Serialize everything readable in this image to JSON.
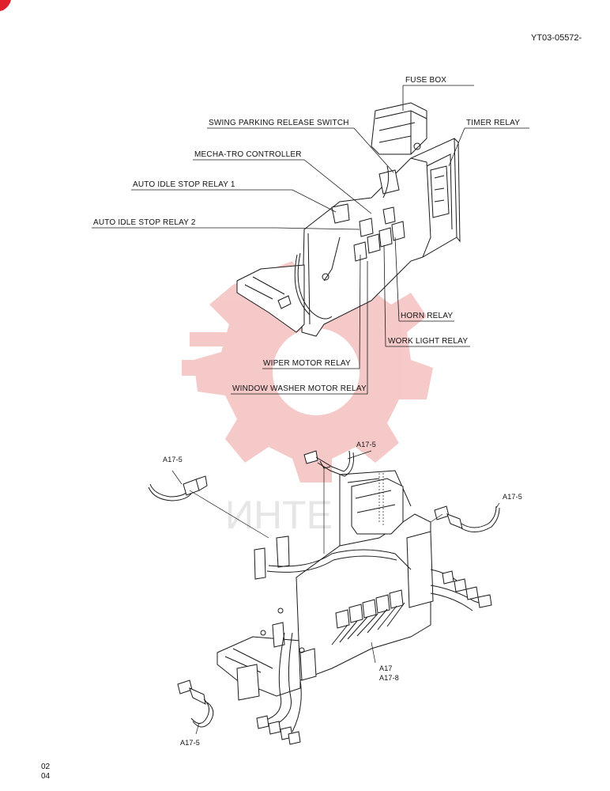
{
  "document": {
    "code": "YT03-05572-",
    "page_lines": [
      "02",
      "04"
    ],
    "watermark_text": "ИНТЕ"
  },
  "upper_diagram": {
    "labels": {
      "fuse_box": "FUSE BOX",
      "swing_parking_release_switch": "SWING PARKING RELEASE SWITCH",
      "timer_relay": "TIMER RELAY",
      "mecha_tro_controller": "MECHA-TRO CONTROLLER",
      "auto_idle_stop_relay_1": "AUTO IDLE STOP RELAY 1",
      "auto_idle_stop_relay_2": "AUTO IDLE STOP RELAY 2",
      "horn_relay": "HORN RELAY",
      "work_light_relay": "WORK LIGHT RELAY",
      "wiper_motor_relay": "WIPER MOTOR RELAY",
      "window_washer_motor_relay": "WINDOW WASHER MOTOR RELAY"
    }
  },
  "lower_diagram": {
    "labels": {
      "harness_top_left": "A17-5",
      "harness_top_center": "A17-5",
      "harness_right": "A17-5",
      "harness_bottom_left": "A17-5",
      "main_harness_line1": "A17",
      "main_harness_line2": "A17-8"
    }
  },
  "colors": {
    "line": "#1a1a1a",
    "watermark": "#f2b3b3",
    "corner_mark": "#e0202a"
  }
}
